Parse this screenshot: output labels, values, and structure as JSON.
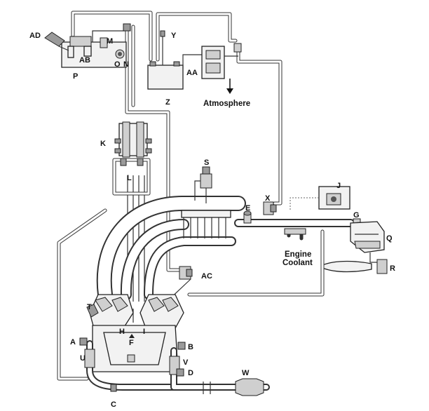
{
  "diagram": {
    "labels": {
      "A": "A",
      "B": "B",
      "C": "C",
      "D": "D",
      "E": "E",
      "F": "F",
      "G": "G",
      "H": "H",
      "I": "I",
      "J": "J",
      "K": "K",
      "L": "L",
      "M": "M",
      "N": "N",
      "O": "O",
      "P": "P",
      "Q": "Q",
      "R": "R",
      "S": "S",
      "T": "T",
      "U": "U",
      "V": "V",
      "W": "W",
      "X": "X",
      "Y": "Y",
      "Z": "Z",
      "AA": "AA",
      "AB": "AB",
      "AC": "AC",
      "AD": "AD"
    },
    "annotations": {
      "atmosphere": "Atmosphere",
      "engine_coolant_line1": "Engine",
      "engine_coolant_line2": "Coolant"
    }
  }
}
